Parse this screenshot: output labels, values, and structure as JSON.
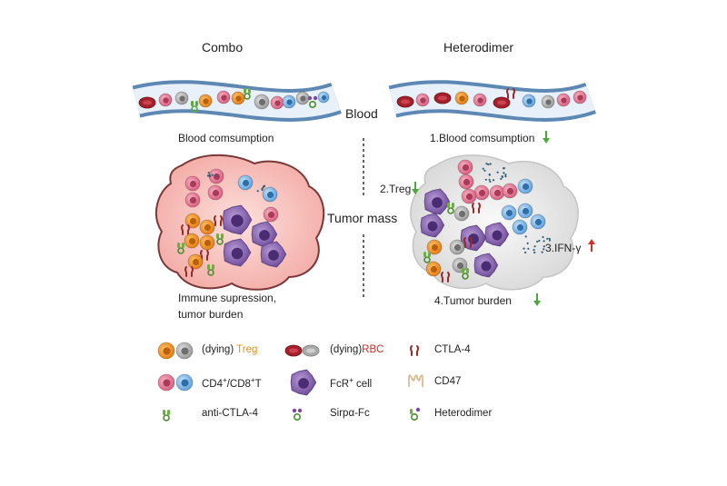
{
  "titles": {
    "left": "Combo",
    "right": "Heterodimer"
  },
  "center_labels": {
    "blood": "Blood",
    "tumor_mass": "Tumor mass"
  },
  "left_panel": {
    "blood_caption": "Blood comsumption",
    "tumor_caption_line1": "Immune supression,",
    "tumor_caption_line2": "tumor burden"
  },
  "right_panel": {
    "blood_caption": "1.Blood comsumption",
    "treg_label": "2.Treg",
    "ifn_label": "3.IFN-γ",
    "tumor_caption": "4.Tumor burden"
  },
  "legend": {
    "treg_prefix": "(dying) ",
    "treg_word": "Treg",
    "rbc_prefix": "(dying)",
    "rbc_word": "RBC",
    "ctla4": "CTLA-4",
    "cd4_base": "CD4",
    "cd4_sup": "+",
    "cd8_base": "/CD8",
    "cd8_sup": "+",
    "cd8_tail": "T",
    "fcr_base": "FcR",
    "fcr_sup": "+",
    "fcr_tail": " cell",
    "cd47": "CD47",
    "anti_ctla4": "anti-CTLA-4",
    "sirpa": "Sirpα-Fc",
    "heterodimer": "Heterodimer"
  },
  "colors": {
    "treg": "#f0962a",
    "dying": "#b8b8b8",
    "rbc": "#a5202a",
    "cd4": "#e87a96",
    "cd8": "#7fb8e8",
    "fcr": "#8e6bb5",
    "tumor_left": "#f6b8b4",
    "tumor_right": "#e6e6e6",
    "arrow_down": "#4aa83a",
    "arrow_up": "#d2322d",
    "vessel_wall": "#6f9ac2",
    "vessel_lumen": "#e9f1f8"
  }
}
